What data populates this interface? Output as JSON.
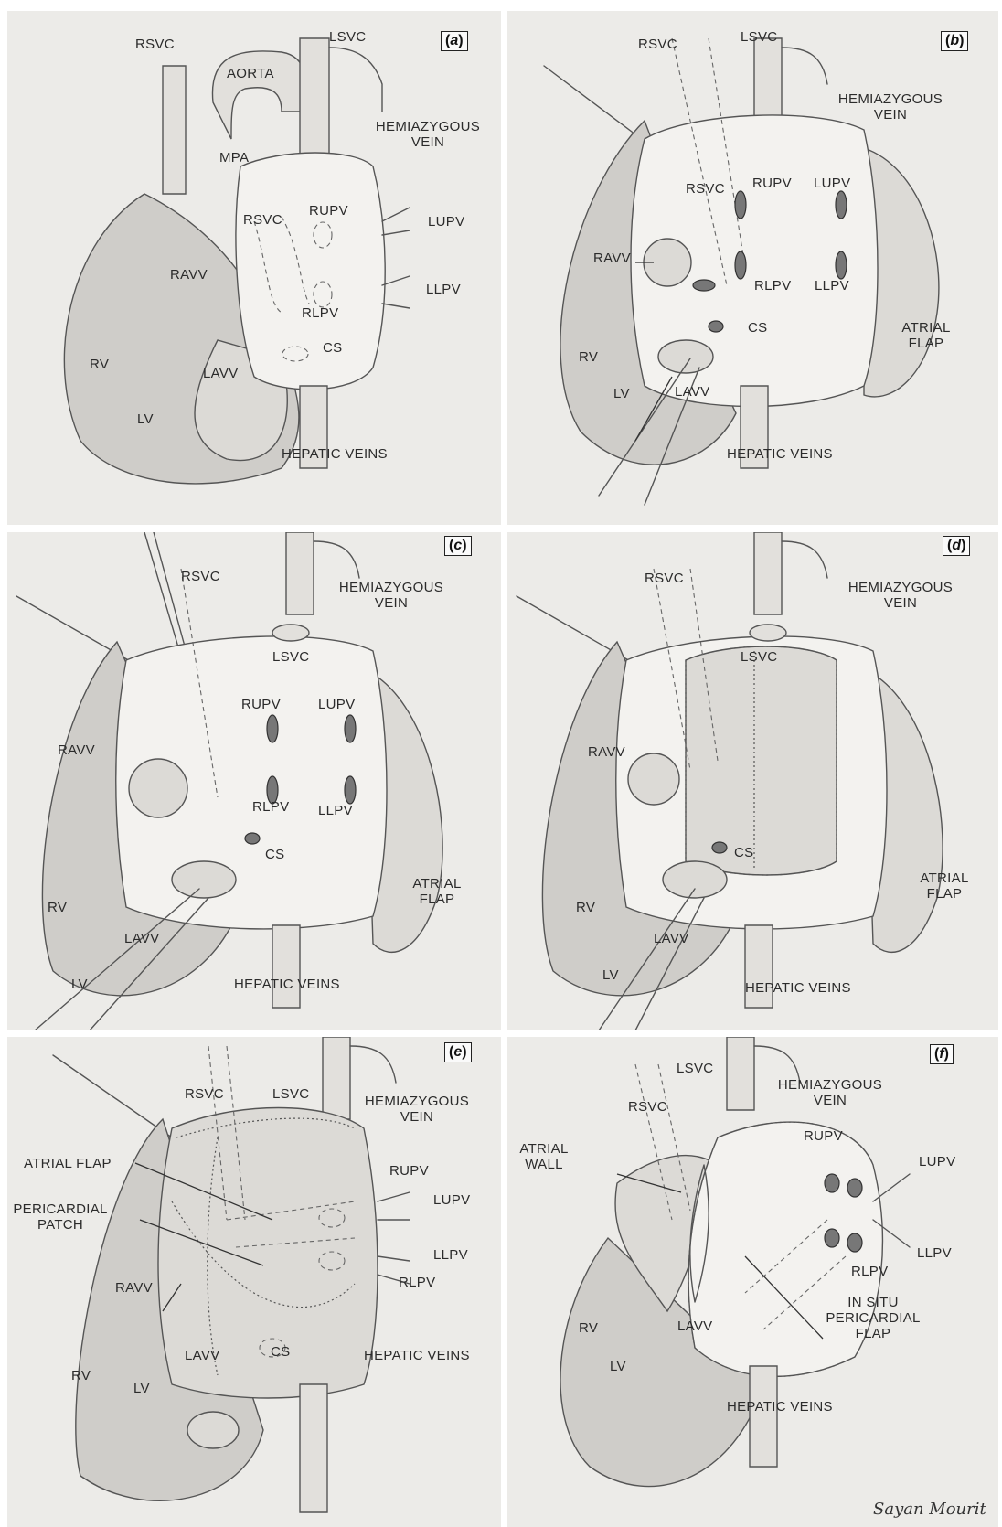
{
  "figure": {
    "signature": "Sayan Mourit",
    "panels": [
      {
        "tag": "a",
        "labels": [
          "RSVC",
          "LSVC",
          "AORTA",
          "HEMIAZYGOUS VEIN",
          "MPA",
          "RSVC",
          "RUPV",
          "LUPV",
          "RAVV",
          "LLPV",
          "RLPV",
          "RV",
          "LAVV",
          "CS",
          "LV",
          "HEPATIC VEINS"
        ]
      },
      {
        "tag": "b",
        "labels": [
          "RSVC",
          "LSVC",
          "HEMIAZYGOUS VEIN",
          "RSVC",
          "RUPV",
          "LUPV",
          "RAVV",
          "RLPV",
          "LLPV",
          "CS",
          "ATRIAL FLAP",
          "RV",
          "LV",
          "LAVV",
          "HEPATIC VEINS"
        ]
      },
      {
        "tag": "c",
        "labels": [
          "RSVC",
          "HEMIAZYGOUS VEIN",
          "LSVC",
          "RUPV",
          "LUPV",
          "RAVV",
          "RLPV",
          "LLPV",
          "CS",
          "ATRIAL FLAP",
          "RV",
          "LAVV",
          "LV",
          "HEPATIC VEINS"
        ]
      },
      {
        "tag": "d",
        "labels": [
          "RSVC",
          "HEMIAZYGOUS VEIN",
          "LSVC",
          "RAVV",
          "CS",
          "ATRIAL FLAP",
          "RV",
          "LAVV",
          "LV",
          "HEPATIC VEINS"
        ]
      },
      {
        "tag": "e",
        "labels": [
          "RSVC",
          "LSVC",
          "HEMIAZYGOUS VEIN",
          "RUPV",
          "ATRIAL FLAP",
          "LUPV",
          "PERICARDIAL PATCH",
          "LLPV",
          "RLPV",
          "RAVV",
          "LAVV",
          "CS",
          "HEPATIC VEINS",
          "RV",
          "LV"
        ]
      },
      {
        "tag": "f",
        "labels": [
          "LSVC",
          "HEMIAZYGOUS VEIN",
          "RSVC",
          "RUPV",
          "ATRIAL WALL",
          "LUPV",
          "LLPV",
          "RLPV",
          "RV",
          "LAVV",
          "IN SITU PERICARDIAL FLAP",
          "LV",
          "HEPATIC VEINS"
        ]
      }
    ]
  }
}
